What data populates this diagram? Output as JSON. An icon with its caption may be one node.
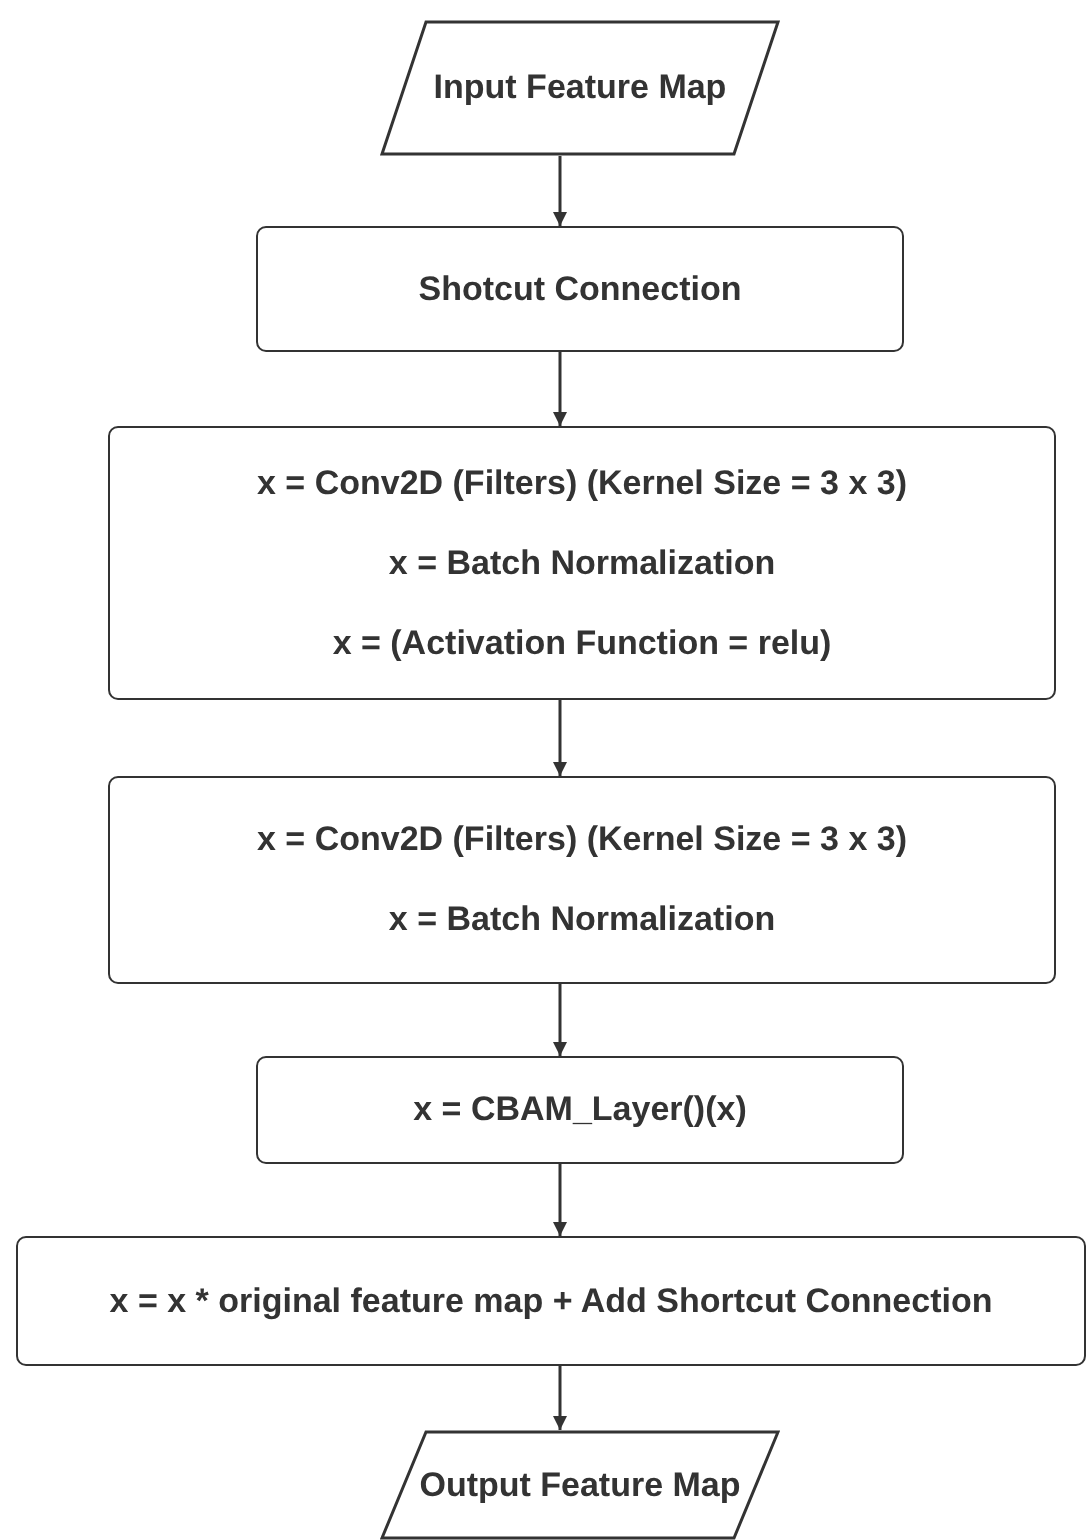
{
  "diagram": {
    "nodes": [
      {
        "text": [
          "Input Feature Map"
        ]
      },
      {
        "text": [
          "Shotcut Connection"
        ]
      },
      {
        "text": [
          "x = Conv2D (Filters) (Kernel Size = 3 x 3)",
          "x = Batch Normalization",
          "x = (Activation Function = relu)"
        ]
      },
      {
        "text": [
          "x = Conv2D (Filters) (Kernel Size = 3 x 3)",
          "x = Batch Normalization"
        ]
      },
      {
        "text": [
          "x = CBAM_Layer()(x)"
        ]
      },
      {
        "text": [
          "x = x * original feature map + Add Shortcut Connection"
        ]
      },
      {
        "text": [
          "Output Feature Map"
        ]
      }
    ],
    "edges": [
      {
        "from": 0,
        "to": 1,
        "arrow": "to"
      },
      {
        "from": 1,
        "to": 2,
        "arrow": "to"
      },
      {
        "from": 2,
        "to": 3,
        "arrow": "to"
      },
      {
        "from": 3,
        "to": 4,
        "arrow": "to"
      },
      {
        "from": 4,
        "to": 5,
        "arrow": "to"
      },
      {
        "from": 5,
        "to": 6,
        "arrow": "to"
      }
    ]
  }
}
